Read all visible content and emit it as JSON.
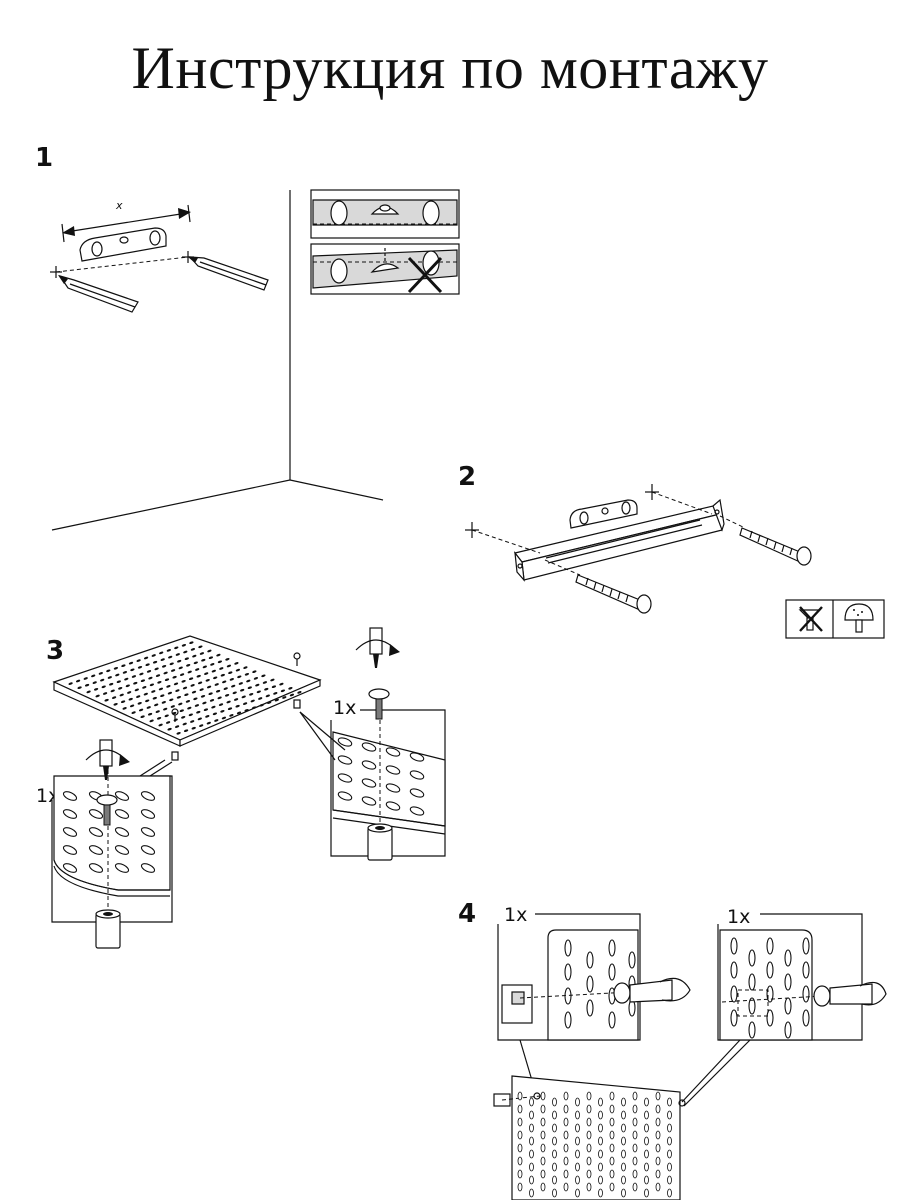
{
  "page": {
    "title": "Инструкция по монтажу"
  },
  "steps": [
    {
      "number": "1"
    },
    {
      "number": "2"
    },
    {
      "number": "3",
      "quantities": [
        "1x",
        "1x"
      ]
    },
    {
      "number": "4",
      "quantities": [
        "1x",
        "1x"
      ]
    }
  ],
  "step1": {
    "measure_label": "x"
  },
  "icons": {
    "level_ok": "spirit-level-correct-icon",
    "level_wrong": "spirit-level-wrong-icon",
    "screw_wrong": "flat-head-screw-crossed-icon",
    "screw_ok": "round-head-screw-icon"
  }
}
